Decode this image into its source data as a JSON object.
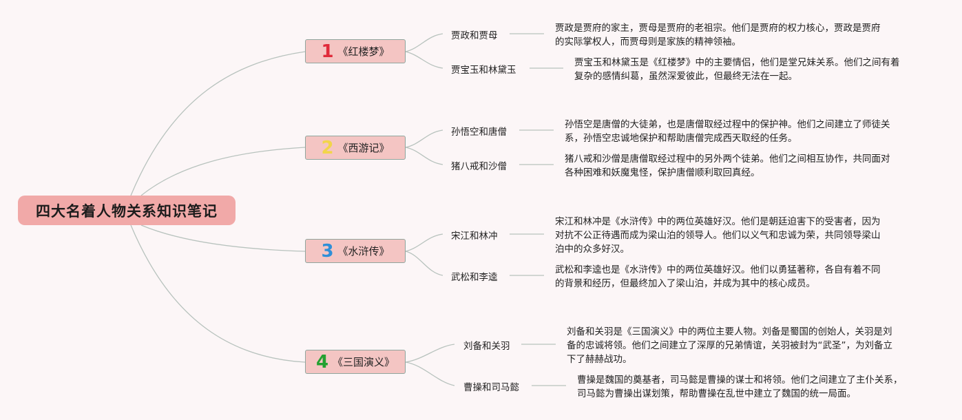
{
  "title": "四大名着人物关系知识笔记",
  "colors": {
    "1": "#e02b3b",
    "2": "#f2d54a",
    "3": "#2f8fd8",
    "4": "#23a131"
  },
  "books": [
    {
      "num": "1",
      "name": "《红楼梦》",
      "pairs": [
        {
          "name": "贾政和贾母",
          "lines": [
            "贾政是贾府的家主，贾母是贾府的老祖宗。他们是贾府的权力核心，贾政是贾府",
            "的实际掌权人，而贾母则是家族的精神领袖。"
          ]
        },
        {
          "name": "贾宝玉和林黛玉",
          "lines": [
            "贾宝玉和林黛玉是《红楼梦》中的主要情侣，他们是堂兄妹关系。他们之间有着",
            "复杂的感情纠葛，虽然深爱彼此，但最终无法在一起。"
          ]
        }
      ]
    },
    {
      "num": "2",
      "name": "《西游记》",
      "pairs": [
        {
          "name": "孙悟空和唐僧",
          "lines": [
            "孙悟空是唐僧的大徒弟，也是唐僧取经过程中的保护神。他们之间建立了师徒关",
            "系，孙悟空忠诚地保护和帮助唐僧完成西天取经的任务。"
          ]
        },
        {
          "name": "猪八戒和沙僧",
          "lines": [
            "猪八戒和沙僧是唐僧取经过程中的另外两个徒弟。他们之间相互协作，共同面对",
            "各种困难和妖魔鬼怪，保护唐僧顺利取回真经。"
          ]
        }
      ]
    },
    {
      "num": "3",
      "name": "《水浒传》",
      "pairs": [
        {
          "name": "宋江和林冲",
          "lines": [
            "宋江和林冲是《水浒传》中的两位英雄好汉。他们是朝廷迫害下的受害者，因为",
            "对抗不公正待遇而成为梁山泊的领导人。他们以义气和忠诚为荣，共同领导梁山",
            "泊中的众多好汉。"
          ]
        },
        {
          "name": "武松和李逵",
          "lines": [
            "武松和李逵也是《水浒传》中的两位英雄好汉。他们以勇猛著称，各自有着不同",
            "的背景和经历，但最终加入了梁山泊，并成为其中的核心成员。"
          ]
        }
      ]
    },
    {
      "num": "4",
      "name": "《三国演义》",
      "pairs": [
        {
          "name": "刘备和关羽",
          "lines": [
            "刘备和关羽是《三国演义》中的两位主要人物。刘备是蜀国的创始人，关羽是刘",
            "备的忠诚将领。他们之间建立了深厚的兄弟情谊，关羽被封为“武圣”，为刘备立",
            "下了赫赫战功。"
          ]
        },
        {
          "name": "曹操和司马懿",
          "lines": [
            "曹操是魏国的奠基者，司马懿是曹操的谋士和将领。他们之间建立了主仆关系，",
            "司马懿为曹操出谋划策，帮助曹操在乱世中建立了魏国的统一局面。"
          ]
        }
      ]
    }
  ]
}
